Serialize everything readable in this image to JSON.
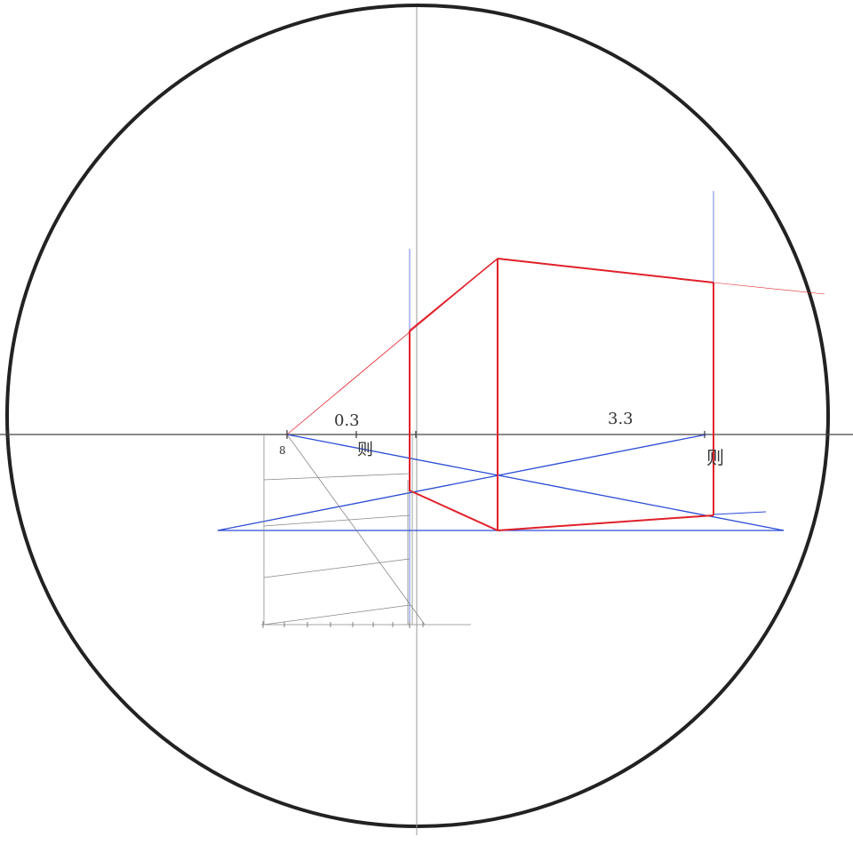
{
  "labels": {
    "near_left": "0.3",
    "near_right": "3.3",
    "vp_left": "8",
    "mark_left": "则",
    "mark_right": "则"
  },
  "colors": {
    "frame": "#222222",
    "horizon": "#333333",
    "construction_red": "#e0202a",
    "construction_blue": "#2a4bd6",
    "pencil": "#777777"
  }
}
